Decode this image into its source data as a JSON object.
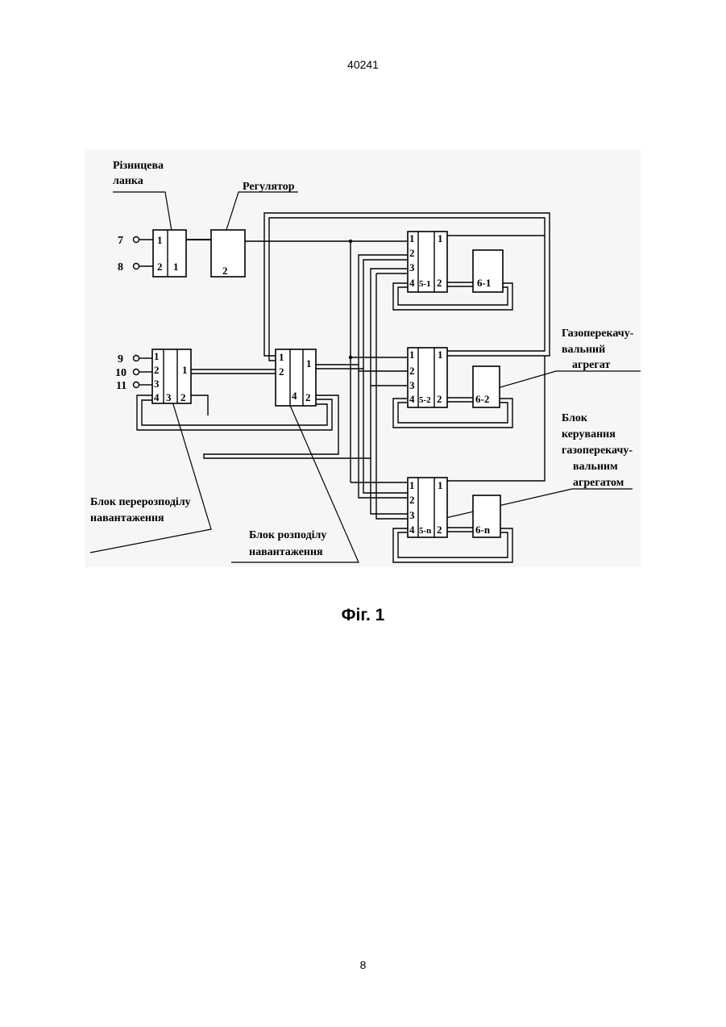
{
  "page": {
    "header_number": "40241",
    "footer_number": "8",
    "caption": "Фіг. 1"
  },
  "labels": {
    "difference_link": [
      "Різницева",
      "ланка"
    ],
    "regulator": "Регулятор",
    "gas_pumping_unit": [
      "Газоперекачу-",
      "вальний",
      "агрегат"
    ],
    "control_block": [
      "Блок",
      "керування",
      "газоперекачу-",
      "вальним",
      "агрегатом"
    ],
    "redistribution_block": [
      "Блок перерозподілу",
      "навантаження"
    ],
    "distribution_block": [
      "Блок розподілу",
      "навантаження"
    ]
  },
  "terminals": [
    "7",
    "8",
    "9",
    "10",
    "11"
  ],
  "blocks": {
    "b1": {
      "pins_left": [
        "1",
        "2"
      ],
      "name": "1"
    },
    "b2": {
      "name": "2"
    },
    "b3": {
      "pins_left": [
        "1",
        "2",
        "3",
        "4"
      ],
      "name": "3",
      "pins_right": [
        "1",
        "2"
      ]
    },
    "b4": {
      "pins_left": [
        "1",
        "2"
      ],
      "name": "4",
      "pins_right": [
        "1",
        "2"
      ]
    },
    "b51": {
      "pins_left": [
        "1",
        "2",
        "3",
        "4"
      ],
      "name": "5-1",
      "pins_right": [
        "1",
        "2"
      ]
    },
    "b52": {
      "pins_left": [
        "1",
        "2",
        "3",
        "4"
      ],
      "name": "5-2",
      "pins_right": [
        "1",
        "2"
      ]
    },
    "b5n": {
      "pins_left": [
        "1",
        "2",
        "3",
        "4"
      ],
      "name": "5-n",
      "pins_right": [
        "1",
        "2"
      ]
    },
    "b61": {
      "name": "6-1"
    },
    "b62": {
      "name": "6-2"
    },
    "b6n": {
      "name": "6-n"
    }
  }
}
